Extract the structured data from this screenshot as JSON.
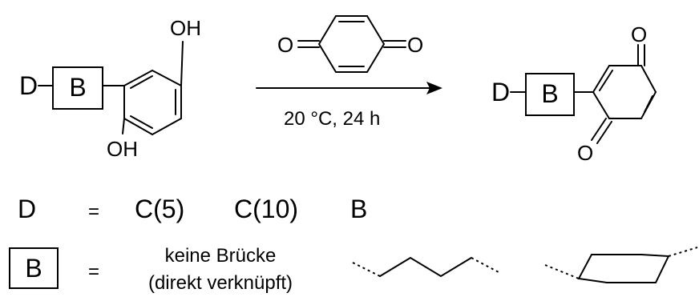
{
  "reactant": {
    "group_d": "D",
    "bridge": "B",
    "oh_top": "OH",
    "oh_bottom": "OH"
  },
  "reagent": {
    "o_left": "O",
    "o_right": "O",
    "conditions": "20 °C, 24 h"
  },
  "product": {
    "group_d": "D",
    "bridge": "B",
    "o_top": "O",
    "o_bottom": "O"
  },
  "legend": {
    "d_symbol": "D",
    "d_equals": "=",
    "d_options": [
      "C(5)",
      "C(10)",
      "B"
    ],
    "b_symbol": "B",
    "b_equals": "=",
    "b_option_line1": "keine Brücke",
    "b_option_line2": "(direkt verknüpft)"
  }
}
